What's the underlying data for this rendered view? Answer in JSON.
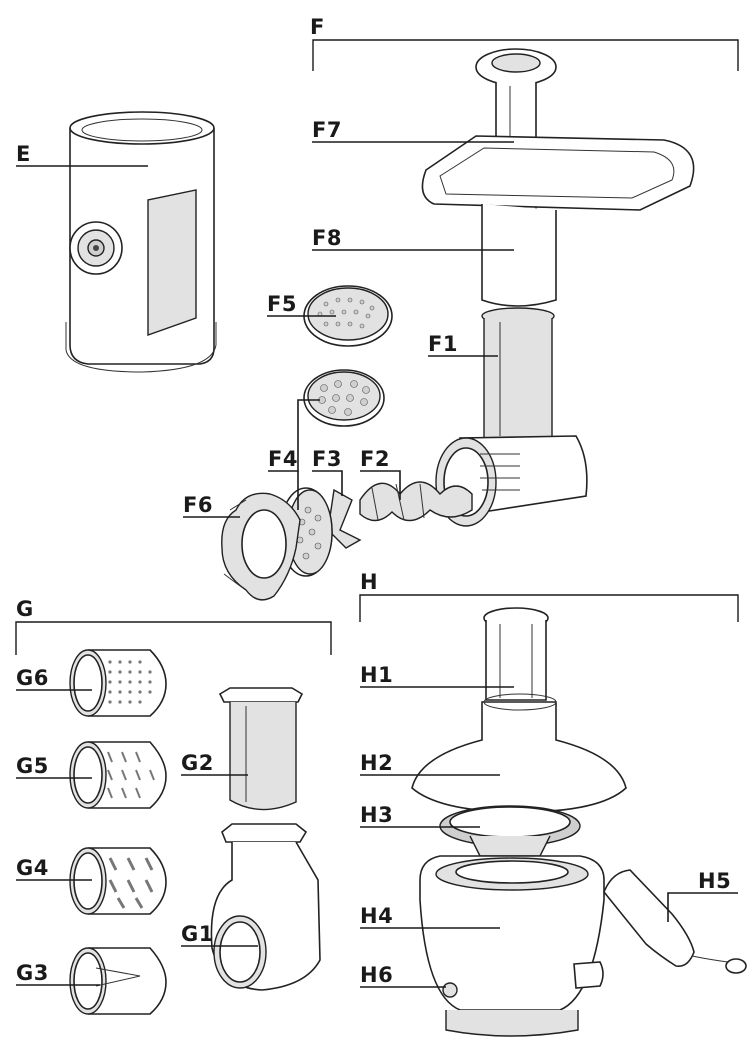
{
  "groups": {
    "E": "E",
    "F": "F",
    "G": "G",
    "H": "H"
  },
  "labels": {
    "F1": "F1",
    "F2": "F2",
    "F3": "F3",
    "F4": "F4",
    "F5": "F5",
    "F6": "F6",
    "F7": "F7",
    "F8": "F8",
    "G1": "G1",
    "G2": "G2",
    "G3": "G3",
    "G4": "G4",
    "G5": "G5",
    "G6": "G6",
    "H1": "H1",
    "H2": "H2",
    "H3": "H3",
    "H4": "H4",
    "H5": "H5",
    "H6": "H6"
  }
}
